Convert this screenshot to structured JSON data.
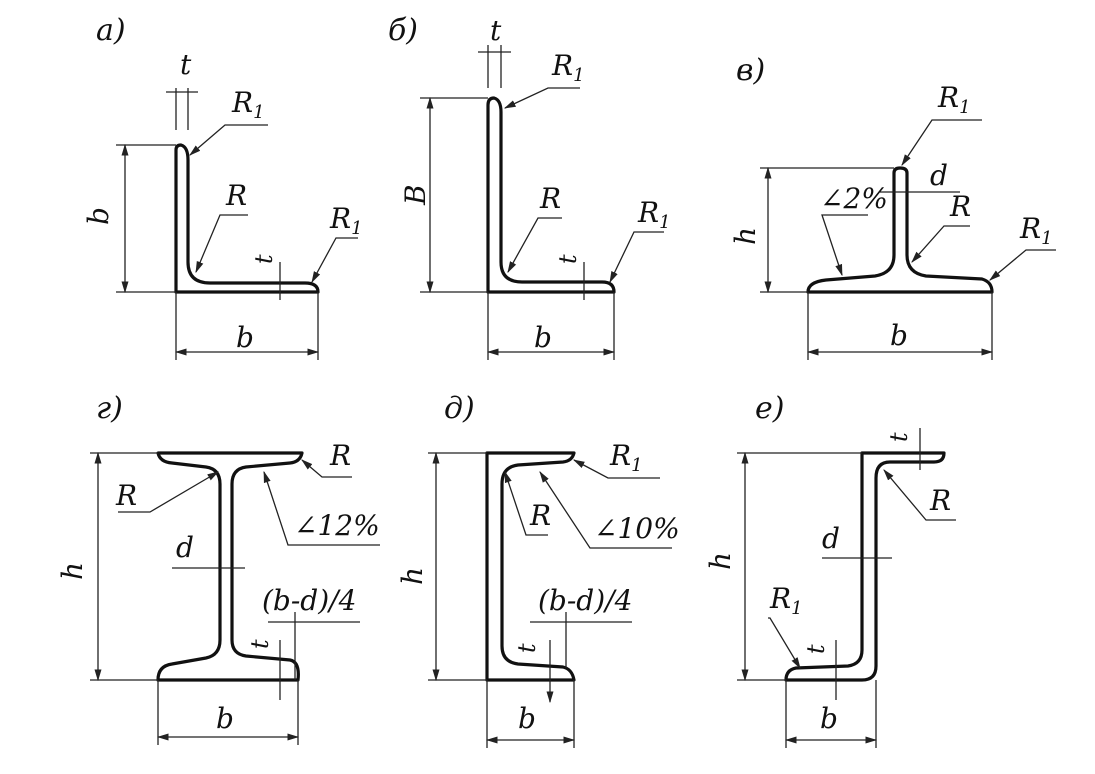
{
  "figures": {
    "a": {
      "letter": "a)",
      "labels": {
        "t_top": "t",
        "r1_top": "R",
        "r1_top_sub": "1",
        "r": "R",
        "b_vert": "b",
        "t_flange": "t",
        "r1_flange": "R",
        "r1_flange_sub": "1",
        "b_horiz": "b"
      }
    },
    "b": {
      "letter": "б)",
      "labels": {
        "t_top": "t",
        "r1_top": "R",
        "r1_top_sub": "1",
        "r": "R",
        "B_vert": "B",
        "t_flange": "t",
        "r1_flange": "R",
        "r1_flange_sub": "1",
        "b_horiz": "b"
      }
    },
    "c": {
      "letter": "в)",
      "labels": {
        "r1_top": "R",
        "r1_top_sub": "1",
        "d": "d",
        "slope": "∠2%",
        "r": "R",
        "r1_flange": "R",
        "r1_flange_sub": "1",
        "h": "h",
        "b": "b"
      }
    },
    "d": {
      "letter": "г)",
      "labels": {
        "r_flange": "R",
        "r_fillet": "R",
        "slope": "∠12%",
        "h": "h",
        "d": "d",
        "quarter": "(b-d)/4",
        "t": "t",
        "b": "b"
      }
    },
    "e": {
      "letter": "д)",
      "labels": {
        "r1": "R",
        "r1_sub": "1",
        "r": "R",
        "slope": "∠10%",
        "h": "h",
        "quarter": "(b-d)/4",
        "t": "t",
        "b": "b"
      }
    },
    "f": {
      "letter": "е)",
      "labels": {
        "t_top": "t",
        "r": "R",
        "h": "h",
        "d": "d",
        "r1": "R",
        "r1_sub": "1",
        "t_bottom": "t",
        "b": "b"
      }
    }
  }
}
